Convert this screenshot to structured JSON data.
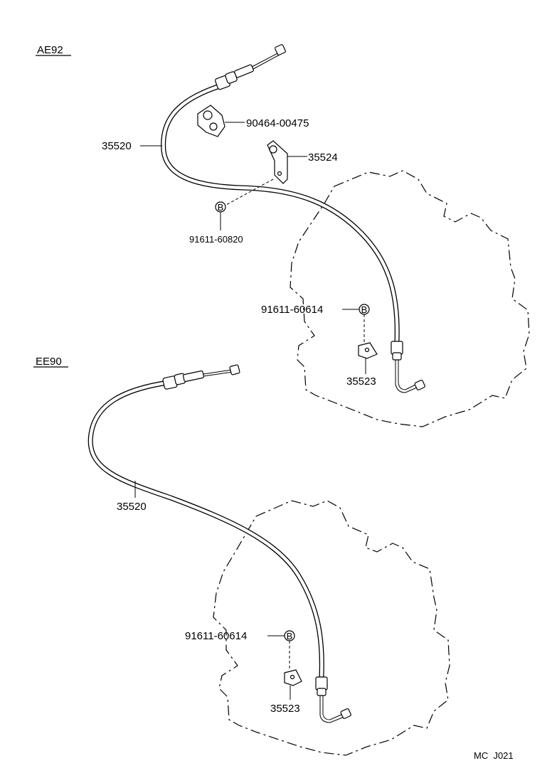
{
  "sections": [
    {
      "model": "AE92",
      "parts": {
        "cable": "35520",
        "clip": "90464-00475",
        "bracket_top": "35524",
        "bolt_top": "91611-60820",
        "bolt_lower": "91611-60614",
        "bracket_lower": "35523"
      }
    },
    {
      "model": "EE90",
      "parts": {
        "cable": "35520",
        "bolt_lower": "91611-60614",
        "bracket_lower": "35523"
      }
    }
  ],
  "bolt_marker": "B",
  "figure_code": "MC  J021"
}
